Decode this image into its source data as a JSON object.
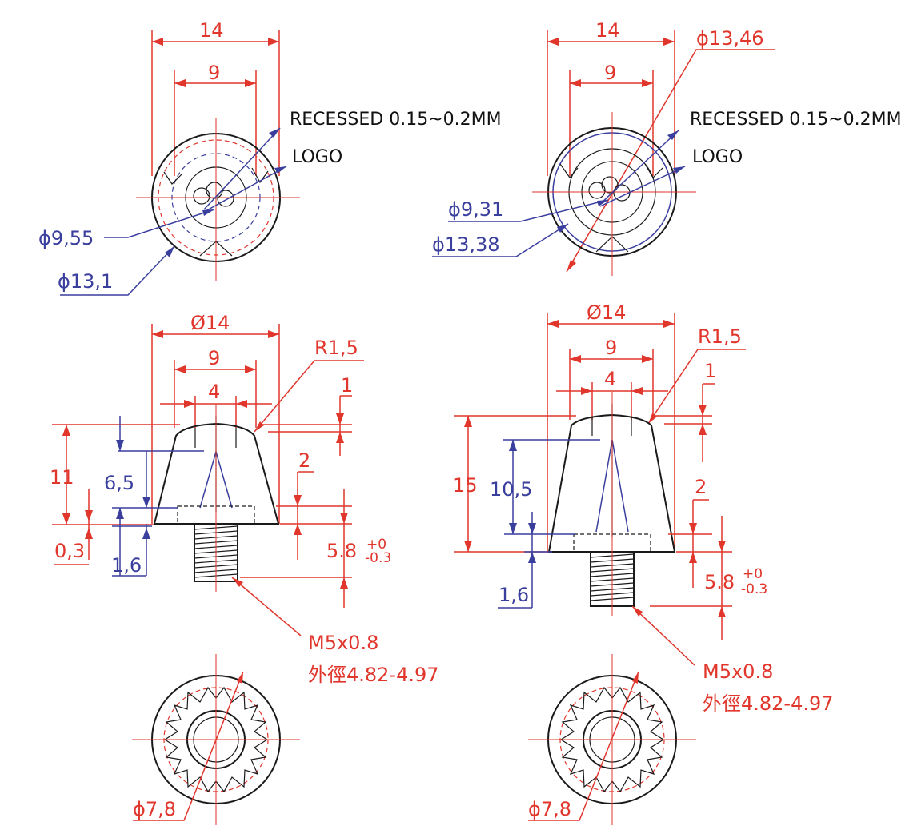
{
  "top_left": {
    "dim_outer": "14",
    "dim_inner": "9",
    "note_recess": "RECESSED 0.15~0.2MM",
    "note_logo": "LOGO",
    "dia_a": "ϕ9,55",
    "dia_b": "ϕ13,1"
  },
  "top_right": {
    "dim_outer": "14",
    "dim_inner": "9",
    "dia_top": "ϕ13,46",
    "note_recess": "RECESSED 0.15~0.2MM",
    "note_logo": "LOGO",
    "dia_a": "ϕ9,31",
    "dia_b": "ϕ13,38"
  },
  "mid_left": {
    "dim_outer": "Ø14",
    "dim_mid": "9",
    "dim_inner": "4",
    "radius": "R1,5",
    "dim_1": "1",
    "dim_height": "11",
    "dim_spike": "6,5",
    "dim_2": "2",
    "dim_03": "0,3",
    "dim_16": "1,6",
    "thread_len": "5.8",
    "tol_plus": "+0",
    "tol_minus": "-0.3",
    "thread_spec": "M5x0.8",
    "thread_od": "外徑4.82-4.97"
  },
  "mid_right": {
    "dim_outer": "Ø14",
    "dim_mid": "9",
    "dim_inner": "4",
    "radius": "R1,5",
    "dim_1": "1",
    "dim_height": "15",
    "dim_spike": "10,5",
    "dim_2": "2",
    "dim_16": "1,6",
    "thread_len": "5.8",
    "tol_plus": "+0",
    "tol_minus": "-0.3",
    "thread_spec": "M5x0.8",
    "thread_od": "外徑4.82-4.97"
  },
  "bottom_left": {
    "dia": "ϕ7,8"
  },
  "bottom_right": {
    "dia": "ϕ7,8"
  }
}
